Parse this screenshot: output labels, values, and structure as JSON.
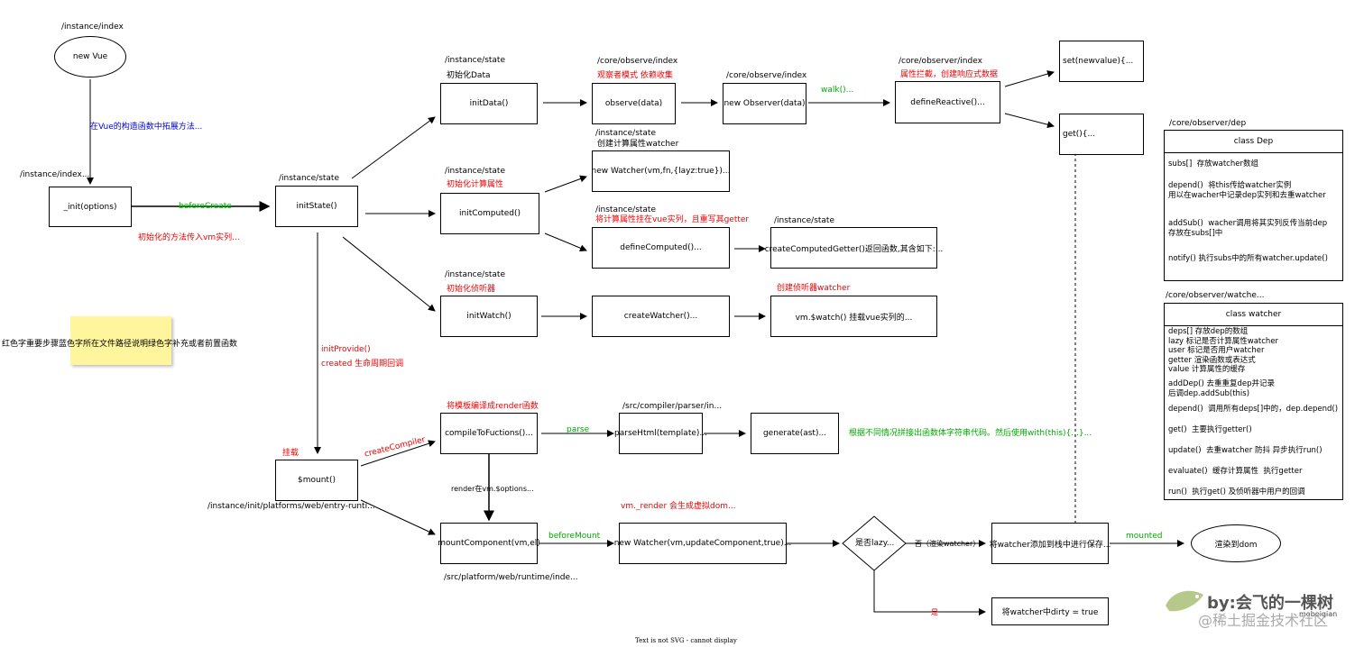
{
  "nodes": {
    "new_vue": "new Vue",
    "init": "_init(options)",
    "init_state": "initState()",
    "init_data": "initData()",
    "observe": "observe(data)",
    "new_observer": "new Observer(data)",
    "define_reactive": "defineReactive()...",
    "set": "set(newvalue){...",
    "get": "get(){...",
    "init_computed": "initComputed()",
    "new_watcher_lazy": "new Watcher(vm,fn,{layz:true})...",
    "define_computed": "defineComputed()...",
    "create_computed_getter": "createComputedGetter()返回函数,其含如下:...",
    "init_watch": "initWatch()",
    "create_watcher": "createWatcher()...",
    "vm_watch": "vm.$watch() 挂载vue实列的...",
    "compile_to_functions": "compileToFuctions()...",
    "parse_html": "parseHtml(template)...",
    "generate": "generate(ast)...",
    "mount": "$mount()",
    "mount_component": "mountComponent(vm,el)",
    "new_watcher_update": "new Watcher(vm,updateComponent,true)...",
    "is_lazy": "是否lazy...",
    "push_watcher": "将watcher添加到栈中进行保存...",
    "set_dirty": "将watcher中dirty = true",
    "render_dom": "渲染到dom"
  },
  "labels": {
    "instance_index": "/instance/index",
    "instance_index_2": "/instance/index...",
    "vue_ext": "在Vue的构造函数中拓展方法...",
    "before_create": "beforeCreate",
    "init_desc": "初始化的方法传入vm实列...",
    "instance_state_main": "/instance/state",
    "state_data_path": "/instance/state",
    "init_data_title": "初始化Data",
    "observe_path": "/core/observe/index",
    "observe_desc": "观察者模式  依赖收集",
    "observer_path": "/core/observe/index",
    "walk": "walk()...",
    "observer_path2": "/core/observer/index",
    "reactive_desc": "属性拦截，创建响应式数据",
    "state_computed_path": "/instance/state",
    "computed_title": "初始化计算属性",
    "watcher_path": "/instance/state",
    "watcher_desc": "创建计算属性watcher",
    "define_computed_path": "/instance/state",
    "define_computed_desc": "将计算属性挂在vue实列，且重写其getter",
    "getter_path": "/instance/state",
    "state_watch_path": "/instance/state",
    "watch_title": "初始化侦听器",
    "create_watcher_desc": "创建侦听器watcher",
    "init_provide": "initProvide()",
    "created": "created 生命周期回调",
    "compile_desc": "将模板编译成render函数",
    "parser_path": "/src/compiler/parser/in...",
    "parse": "parse",
    "generate_desc": "根据不同情况拼接出函数体字符串代码。然后使用with(this){...}...",
    "mount_title": "挂载",
    "create_compiler": "createCompiler",
    "render_options": "render在vm.$options...",
    "entry_path": "/instance/init/platforms/web/entry-runti...",
    "runtime_path": "/src/platform/web/runtime/inde...",
    "before_mount": "beforeMount",
    "vm_render": "vm._render 会生成虚拟dom...",
    "no_branch": "否（渲染watcher）",
    "yes_branch": "是",
    "mounted": "mounted",
    "legend": "红色字重要步骤蓝色字所在文件路径说明绿色字补充或者前置函数",
    "svg_warning": "Text is not SVG - cannot display",
    "wm_main": "by:会飞的一棵树",
    "wm_sub": "mobeiqian",
    "wm_site": "@稀土掘金技术社区"
  },
  "dep_panel": {
    "path": "/core/observer/dep",
    "title": "class Dep",
    "rows": [
      "subs[]  存放watcher数组",
      "depend()  将this传给watcher实例\n用以在wacher中记录dep实列和去重watcher",
      "addSub()  wacher调用将其实列反传当前dep\n存放在subs[]中",
      "notify() 执行subs中的所有watcher.update()"
    ]
  },
  "watcher_panel": {
    "path": "/core/observer/watche...",
    "title": "class watcher",
    "rows": [
      "deps[] 存放dep的数组\nlazy 标记是否计算属性watcher\nuser 标记是否用户watcher\ngetter 渲染函数或表达式\nvalue 计算属性的缓存",
      "addDep() 去重重复dep并记录\n后调dep.addSub(this)",
      "depend()  调用所有deps[]中的，dep.depend()",
      "get()  主要执行getter()",
      "update()  去重watcher 防抖 异步执行run()",
      "evaluate()  缓存计算属性  执行getter",
      "run()  执行get() 及侦听器中用户的回调"
    ]
  }
}
